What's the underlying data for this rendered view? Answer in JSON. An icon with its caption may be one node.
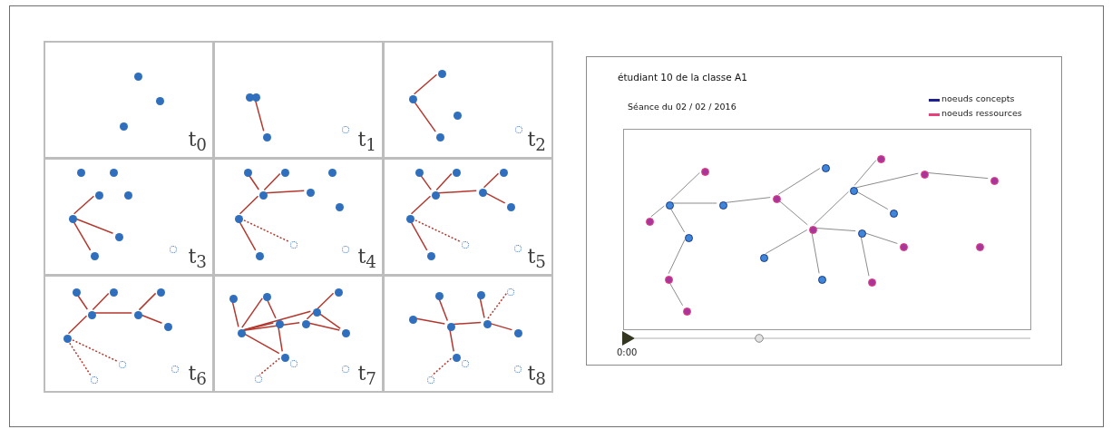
{
  "diagram": {
    "nodes": [
      {
        "text": [
          "t$_{0}$"
        ]
      },
      {
        "text": [],
        "shape": "circle",
        "in": 0
      },
      {
        "text": [],
        "shape": "circle",
        "in": 0
      },
      {
        "text": [],
        "shape": "circle",
        "in": 0
      },
      {
        "text": [
          "t$_{1}$"
        ]
      },
      {
        "text": [],
        "shape": "circle",
        "in": 4
      },
      {
        "text": [],
        "shape": "circle",
        "in": 4
      },
      {
        "text": [],
        "shape": "circle",
        "in": 4
      },
      {
        "text": [],
        "shape": "circle",
        "in": 4
      },
      {
        "text": [
          "t$_{2}$"
        ]
      },
      {
        "text": [],
        "shape": "circle",
        "in": 9
      },
      {
        "text": [],
        "shape": "circle",
        "in": 9
      },
      {
        "text": [],
        "shape": "circle",
        "in": 9
      },
      {
        "text": [],
        "shape": "circle",
        "in": 9
      },
      {
        "text": [],
        "shape": "circle",
        "in": 9
      },
      {
        "text": [
          "t$_{3}$"
        ]
      },
      {
        "text": [],
        "shape": "circle",
        "in": 15
      },
      {
        "text": [],
        "shape": "circle",
        "in": 15
      },
      {
        "text": [],
        "shape": "circle",
        "in": 15
      },
      {
        "text": [],
        "shape": "circle",
        "in": 15
      },
      {
        "text": [],
        "shape": "circle",
        "in": 15
      },
      {
        "text": [],
        "shape": "circle",
        "in": 15
      },
      {
        "text": [],
        "shape": "circle",
        "in": 15
      },
      {
        "text": [],
        "shape": "circle",
        "in": 15
      },
      {
        "text": [
          "t$_{4}$"
        ]
      },
      {
        "text": [],
        "shape": "circle",
        "in": 24
      },
      {
        "text": [],
        "shape": "circle",
        "in": 24
      },
      {
        "text": [],
        "shape": "circle",
        "in": 24
      },
      {
        "text": [],
        "shape": "circle",
        "in": 24
      },
      {
        "text": [],
        "shape": "circle",
        "in": 24
      },
      {
        "text": [],
        "shape": "circle",
        "in": 24
      },
      {
        "text": [],
        "shape": "circle",
        "in": 24
      },
      {
        "text": [],
        "shape": "circle",
        "in": 24
      },
      {
        "text": [],
        "shape": "circle",
        "in": 24
      },
      {
        "text": [],
        "shape": "circle",
        "in": 24
      },
      {
        "text": [
          "t$_{5}$"
        ]
      },
      {
        "text": [],
        "shape": "circle",
        "in": 35
      },
      {
        "text": [],
        "shape": "circle",
        "in": 35
      },
      {
        "text": [],
        "shape": "circle",
        "in": 35
      },
      {
        "text": [],
        "shape": "circle",
        "in": 35
      },
      {
        "text": [],
        "shape": "circle",
        "in": 35
      },
      {
        "text": [],
        "shape": "circle",
        "in": 35
      },
      {
        "text": [],
        "shape": "circle",
        "in": 35
      },
      {
        "text": [],
        "shape": "circle",
        "in": 35
      },
      {
        "text": [],
        "shape": "circle",
        "in": 35
      },
      {
        "text": [],
        "shape": "circle",
        "in": 35
      },
      {
        "text": [
          "t$_{6}$"
        ]
      },
      {
        "text": [],
        "shape": "circle",
        "in": 46
      },
      {
        "text": [],
        "shape": "circle",
        "in": 46
      },
      {
        "text": [],
        "shape": "circle",
        "in": 46
      },
      {
        "text": [],
        "shape": "circle",
        "in": 46
      },
      {
        "text": [],
        "shape": "circle",
        "in": 46
      },
      {
        "text": [],
        "shape": "circle",
        "in": 46
      },
      {
        "text": [],
        "shape": "circle",
        "in": 46
      },
      {
        "text": [],
        "shape": "circle",
        "in": 46
      },
      {
        "text": [],
        "shape": "circle",
        "in": 46
      },
      {
        "text": [],
        "shape": "circle",
        "in": 46
      },
      {
        "text": [
          "t$_{7}$"
        ]
      },
      {
        "text": [],
        "shape": "circle",
        "in": 57
      },
      {
        "text": [],
        "shape": "circle",
        "in": 57
      },
      {
        "text": [],
        "shape": "circle",
        "in": 57
      },
      {
        "text": [],
        "shape": "circle",
        "in": 57
      },
      {
        "text": [],
        "shape": "circle",
        "in": 57
      },
      {
        "text": [],
        "shape": "circle",
        "in": 57
      },
      {
        "text": [],
        "shape": "circle",
        "in": 57
      },
      {
        "text": [],
        "shape": "circle",
        "in": 57
      },
      {
        "text": [],
        "shape": "circle",
        "in": 57
      },
      {
        "text": [],
        "shape": "circle",
        "in": 57
      },
      {
        "text": [],
        "shape": "circle",
        "in": 57
      },
      {
        "text": [],
        "shape": "circle",
        "in": 57
      },
      {
        "text": [
          "t$_{8}$"
        ]
      },
      {
        "text": [],
        "shape": "circle",
        "in": 70
      },
      {
        "text": [],
        "shape": "circle",
        "in": 70
      },
      {
        "text": [],
        "shape": "circle",
        "in": 70
      },
      {
        "text": [],
        "shape": "circle",
        "in": 70
      },
      {
        "text": [],
        "shape": "circle",
        "in": 70
      },
      {
        "text": [],
        "shape": "circle",
        "in": 70
      },
      {
        "text": [],
        "shape": "circle",
        "in": 70
      },
      {
        "text": [],
        "shape": "circle",
        "in": 70
      },
      {
        "text": [],
        "shape": "circle",
        "in": 70
      },
      {
        "text": [],
        "shape": "circle",
        "in": 70
      },
      {
        "text": [],
        "shape": "circle",
        "in": 70
      },
      {
        "text": [
          "étudiant 10 de la classe A1",
          "Séance du 02 / 02 / 2016"
        ]
      },
      {
        "text": [],
        "shape": "box",
        "in": 82
      },
      {
        "text": [],
        "shape": "circle",
        "in": 83
      },
      {
        "text": [],
        "shape": "circle",
        "in": 83
      },
      {
        "text": [],
        "shape": "circle",
        "in": 83
      },
      {
        "text": [],
        "shape": "circle",
        "in": 83
      },
      {
        "text": [],
        "shape": "circle",
        "in": 83
      },
      {
        "text": [],
        "shape": "circle",
        "in": 83
      },
      {
        "text": [],
        "shape": "circle",
        "in": 83
      },
      {
        "text": [],
        "shape": "circle",
        "in": 83
      },
      {
        "text": [],
        "shape": "circle",
        "in": 83
      },
      {
        "text": [],
        "shape": "circle",
        "in": 83
      },
      {
        "text": [],
        "shape": "circle",
        "in": 83
      },
      {
        "text": [],
        "shape": "circle",
        "in": 83
      },
      {
        "text": [],
        "shape": "circle",
        "in": 83
      },
      {
        "text": [],
        "shape": "circle",
        "in": 83
      },
      {
        "text": [],
        "shape": "circle",
        "in": 83
      },
      {
        "text": [],
        "shape": "circle",
        "in": 83
      },
      {
        "text": [],
        "shape": "circle",
        "in": 83
      },
      {
        "text": [],
        "shape": "circle",
        "in": 83
      },
      {
        "text": [],
        "shape": "circle",
        "in": 83
      },
      {
        "text": [],
        "shape": "circle",
        "in": 83
      },
      {
        "text": [],
        "shape": "circle",
        "in": 83
      }
    ],
    "edges": [
      {
        "from": 6,
        "to": 7,
        "arrow": "none"
      },
      {
        "from": 11,
        "to": 10,
        "arrow": "none"
      },
      {
        "from": 11,
        "to": 13,
        "arrow": "none"
      },
      {
        "from": 20,
        "to": 18,
        "arrow": "none"
      },
      {
        "from": 20,
        "to": 21,
        "arrow": "none"
      },
      {
        "from": 20,
        "to": 23,
        "arrow": "none"
      },
      {
        "from": 29,
        "to": 25,
        "arrow": "none"
      },
      {
        "from": 29,
        "to": 26,
        "arrow": "none"
      },
      {
        "from": 29,
        "to": 28,
        "arrow": "none"
      },
      {
        "from": 31,
        "to": 29,
        "arrow": "none"
      },
      {
        "from": 31,
        "to": 34,
        "arrow": "none"
      },
      {
        "from": 31,
        "to": 32,
        "arrow": "none",
        "style": "dashed"
      },
      {
        "from": 40,
        "to": 36,
        "arrow": "none"
      },
      {
        "from": 40,
        "to": 37,
        "arrow": "none"
      },
      {
        "from": 40,
        "to": 39,
        "arrow": "none"
      },
      {
        "from": 39,
        "to": 38,
        "arrow": "none"
      },
      {
        "from": 39,
        "to": 41,
        "arrow": "none"
      },
      {
        "from": 42,
        "to": 40,
        "arrow": "none"
      },
      {
        "from": 42,
        "to": 45,
        "arrow": "none"
      },
      {
        "from": 42,
        "to": 43,
        "arrow": "none",
        "style": "dashed"
      },
      {
        "from": 50,
        "to": 47,
        "arrow": "none"
      },
      {
        "from": 50,
        "to": 48,
        "arrow": "none"
      },
      {
        "from": 50,
        "to": 51,
        "arrow": "none"
      },
      {
        "from": 51,
        "to": 49,
        "arrow": "none"
      },
      {
        "from": 51,
        "to": 52,
        "arrow": "none"
      },
      {
        "from": 53,
        "to": 50,
        "arrow": "none"
      },
      {
        "from": 53,
        "to": 54,
        "arrow": "none",
        "style": "dashed"
      },
      {
        "from": 53,
        "to": 56,
        "arrow": "none",
        "style": "dashed"
      },
      {
        "from": 64,
        "to": 60,
        "arrow": "none"
      },
      {
        "from": 64,
        "to": 59,
        "arrow": "none"
      },
      {
        "from": 59,
        "to": 62,
        "arrow": "none"
      },
      {
        "from": 64,
        "to": 62,
        "arrow": "none"
      },
      {
        "from": 64,
        "to": 63,
        "arrow": "none"
      },
      {
        "from": 64,
        "to": 61,
        "arrow": "none"
      },
      {
        "from": 62,
        "to": 66,
        "arrow": "none"
      },
      {
        "from": 64,
        "to": 66,
        "arrow": "none"
      },
      {
        "from": 63,
        "to": 58,
        "arrow": "none"
      },
      {
        "from": 61,
        "to": 65,
        "arrow": "none"
      },
      {
        "from": 63,
        "to": 65,
        "arrow": "none"
      },
      {
        "from": 66,
        "to": 69,
        "arrow": "none",
        "style": "dashed"
      },
      {
        "from": 76,
        "to": 74,
        "arrow": "none"
      },
      {
        "from": 76,
        "to": 73,
        "arrow": "none"
      },
      {
        "from": 76,
        "to": 75,
        "arrow": "none"
      },
      {
        "from": 75,
        "to": 72,
        "arrow": "none"
      },
      {
        "from": 75,
        "to": 71,
        "arrow": "none",
        "style": "dashed"
      },
      {
        "from": 75,
        "to": 77,
        "arrow": "none"
      },
      {
        "from": 76,
        "to": 78,
        "arrow": "none"
      },
      {
        "from": 78,
        "to": 81,
        "arrow": "none",
        "style": "dashed"
      },
      {
        "from": 91,
        "to": 86,
        "arrow": "none",
        "color": "#8c8c8c"
      },
      {
        "from": 91,
        "to": 94,
        "arrow": "none",
        "color": "#8c8c8c"
      },
      {
        "from": 91,
        "to": 92,
        "arrow": "none",
        "color": "#8c8c8c"
      },
      {
        "from": 91,
        "to": 97,
        "arrow": "none",
        "color": "#8c8c8c"
      },
      {
        "from": 97,
        "to": 101,
        "arrow": "none",
        "color": "#8c8c8c"
      },
      {
        "from": 101,
        "to": 104,
        "arrow": "none",
        "color": "#8c8c8c"
      },
      {
        "from": 92,
        "to": 90,
        "arrow": "none",
        "color": "#8c8c8c"
      },
      {
        "from": 90,
        "to": 85,
        "arrow": "none",
        "color": "#8c8c8c"
      },
      {
        "from": 90,
        "to": 95,
        "arrow": "none",
        "color": "#8c8c8c"
      },
      {
        "from": 95,
        "to": 89,
        "arrow": "none",
        "color": "#8c8c8c"
      },
      {
        "from": 95,
        "to": 100,
        "arrow": "none",
        "color": "#8c8c8c"
      },
      {
        "from": 95,
        "to": 102,
        "arrow": "none",
        "color": "#8c8c8c"
      },
      {
        "from": 95,
        "to": 96,
        "arrow": "none",
        "color": "#8c8c8c"
      },
      {
        "from": 89,
        "to": 84,
        "arrow": "none",
        "color": "#8c8c8c"
      },
      {
        "from": 89,
        "to": 87,
        "arrow": "none",
        "color": "#8c8c8c"
      },
      {
        "from": 89,
        "to": 93,
        "arrow": "none",
        "color": "#8c8c8c"
      },
      {
        "from": 87,
        "to": 88,
        "arrow": "none",
        "color": "#8c8c8c"
      },
      {
        "from": 96,
        "to": 98,
        "arrow": "none",
        "color": "#8c8c8c"
      },
      {
        "from": 96,
        "to": 103,
        "arrow": "none",
        "color": "#8c8c8c"
      }
    ],
    "labels": [
      "0:00"
    ],
    "legend": [
      {
        "text": "noeuds concepts",
        "color": "#1f1f8f"
      },
      {
        "text": "noeuds ressources",
        "color": "#e8407a"
      }
    ]
  }
}
